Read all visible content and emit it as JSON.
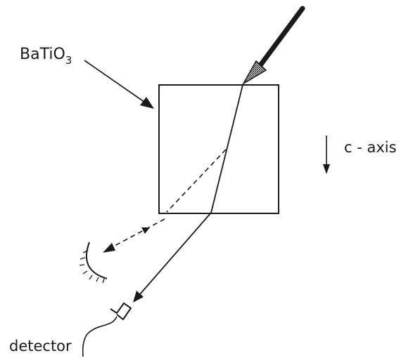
{
  "labels": {
    "crystal_formula": "BaTiO",
    "crystal_subscript": "3",
    "axis": "c - axis",
    "detector": "detector"
  },
  "colors": {
    "ink": "#1a1a1a",
    "background": "#ffffff"
  }
}
